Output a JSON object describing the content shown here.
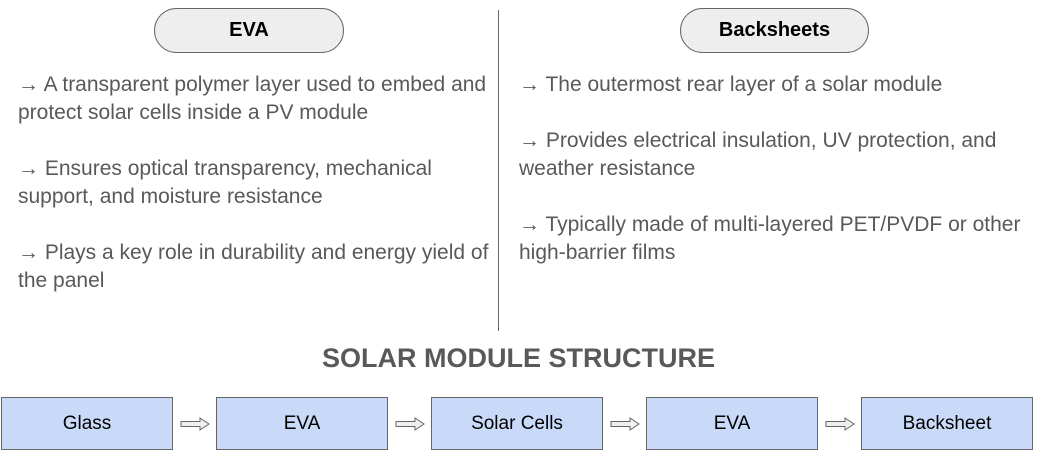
{
  "left": {
    "heading": "EVA",
    "points": [
      "→ A transparent polymer layer used to embed and protect solar cells inside a PV module",
      "→ Ensures optical transparency, mechanical support, and moisture resistance",
      "→ Plays a key role in durability and energy yield of the panel"
    ]
  },
  "right": {
    "heading": "Backsheets",
    "points": [
      "→ The outermost rear layer of a solar module",
      "→ Provides electrical insulation, UV protection, and weather resistance",
      "→ Typically made of multi-layered PET/PVDF or other high-barrier films"
    ]
  },
  "structure": {
    "title": "SOLAR MODULE STRUCTURE",
    "layers": [
      "Glass",
      "EVA",
      "Solar Cells",
      "EVA",
      "Backsheet"
    ]
  }
}
